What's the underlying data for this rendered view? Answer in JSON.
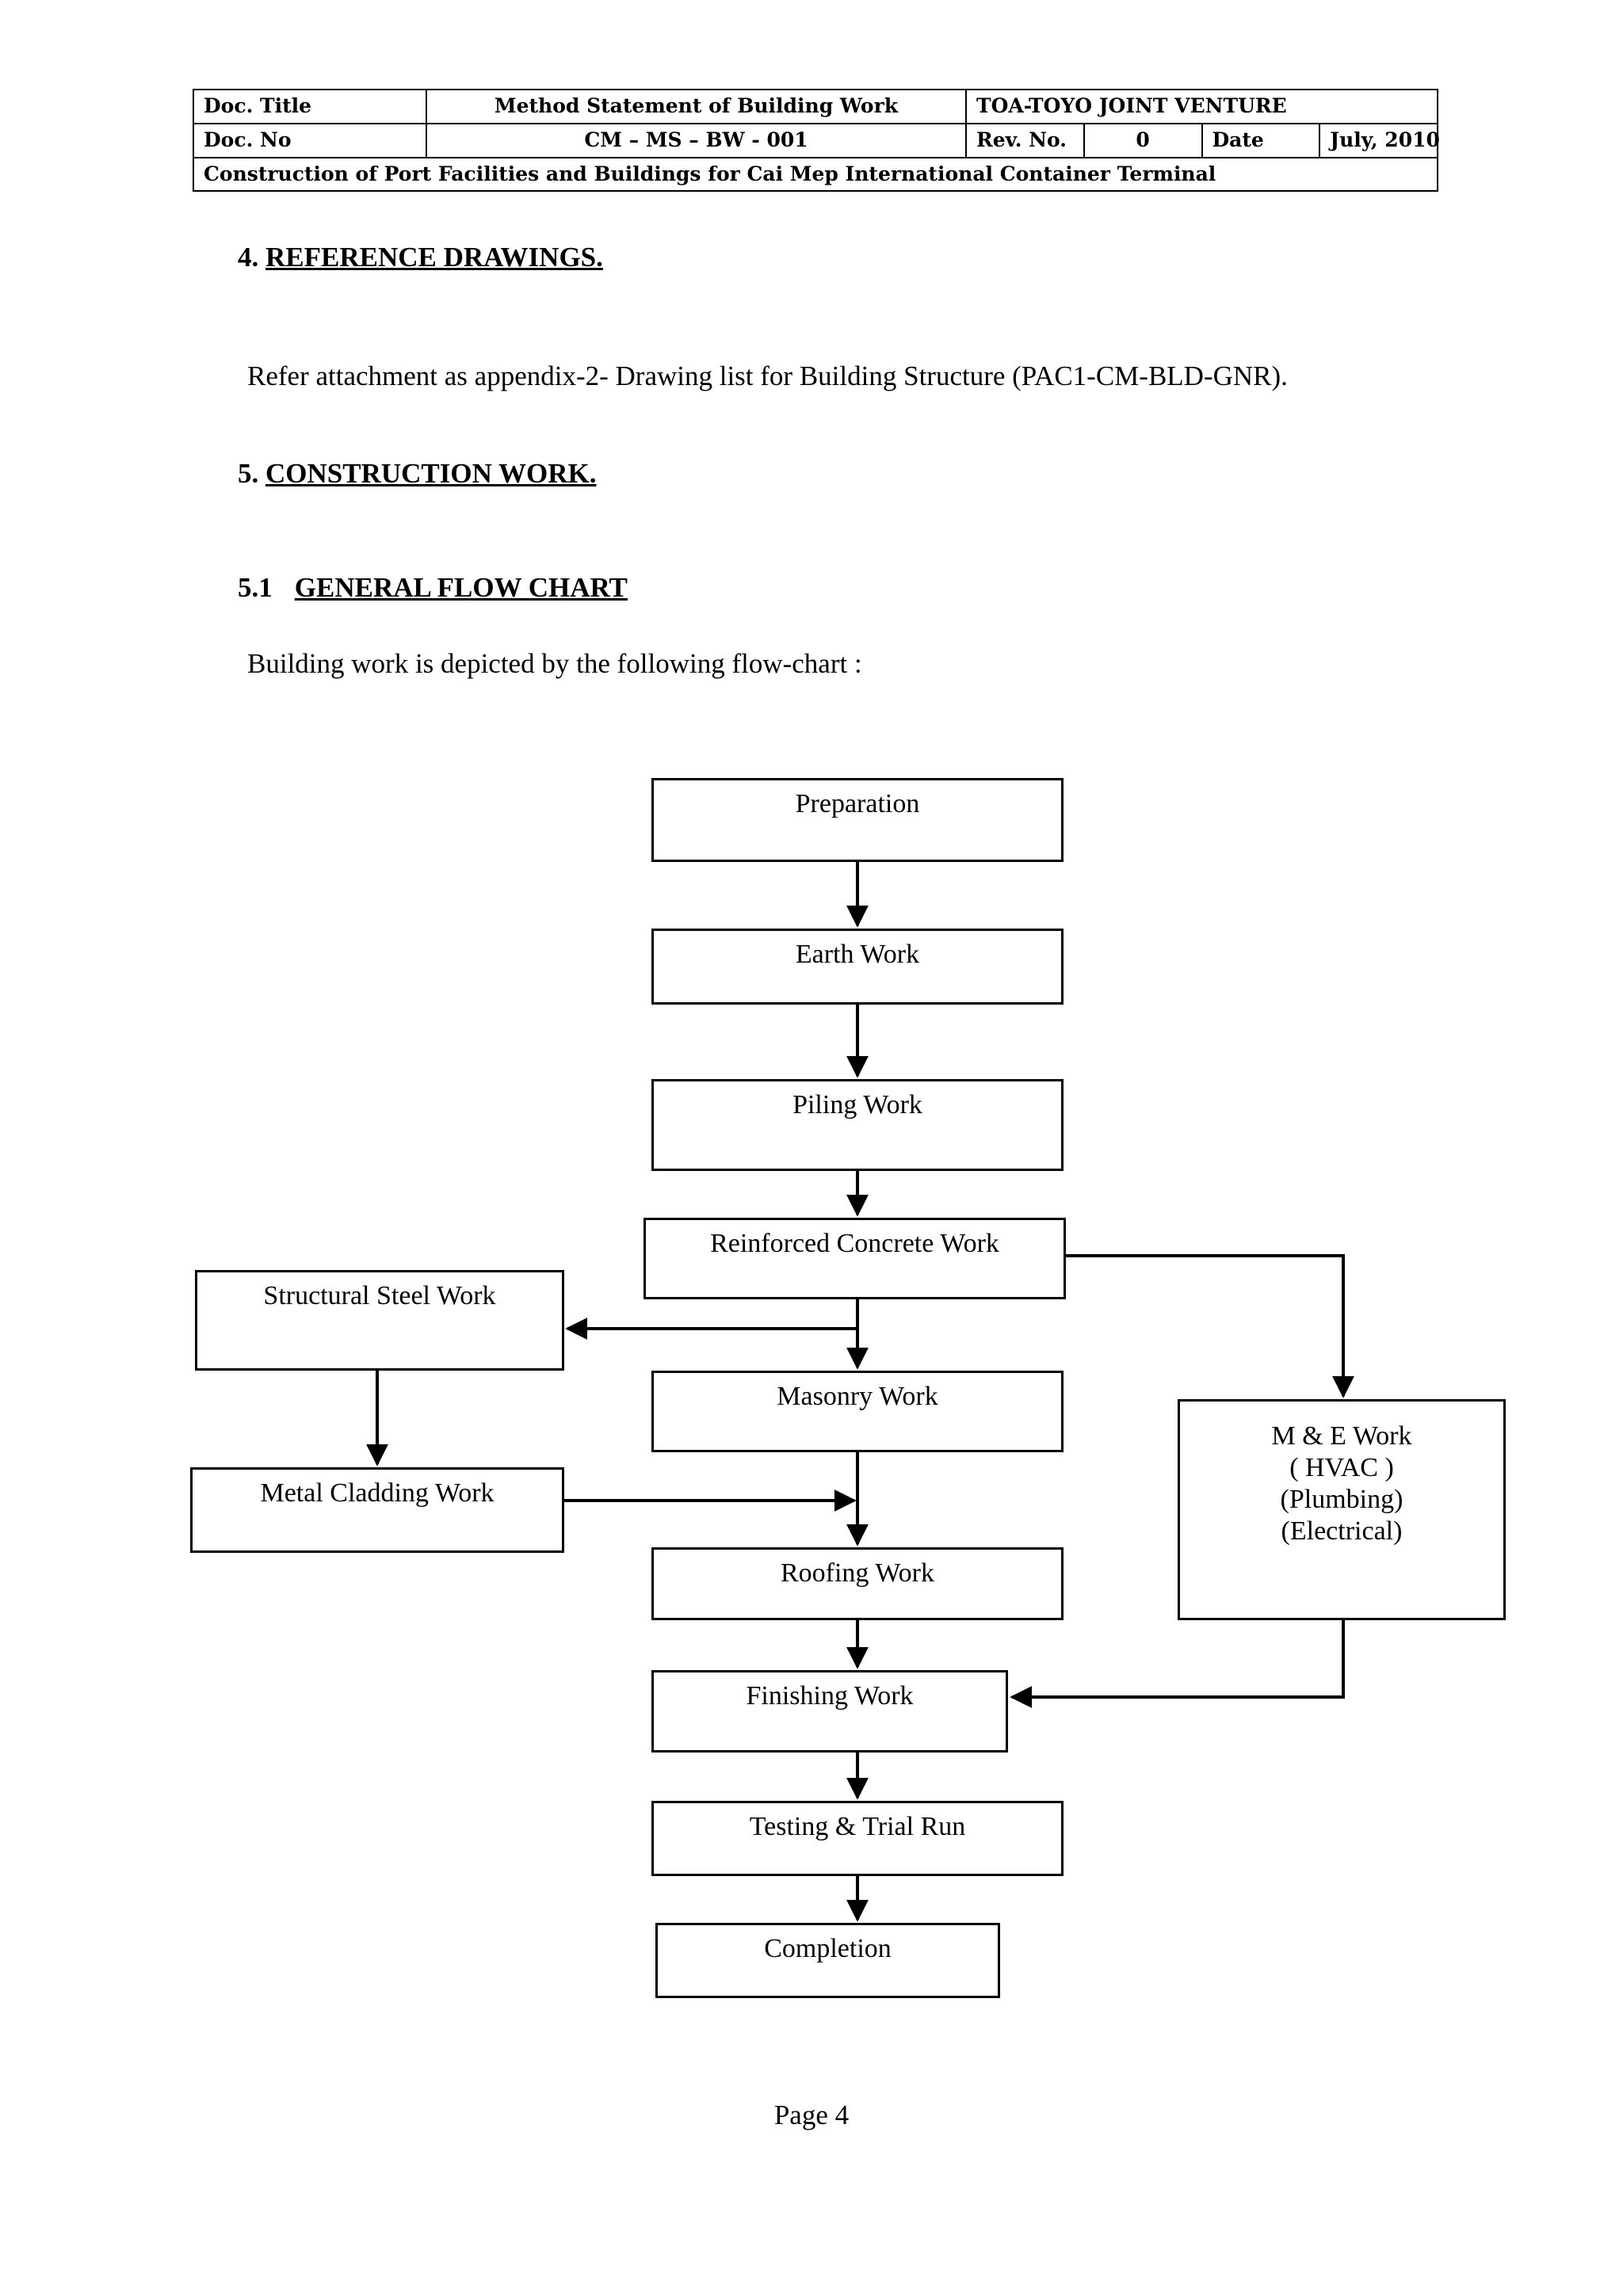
{
  "header": {
    "doc_title_label": "Doc. Title",
    "doc_title_value": "Method Statement of Building Work",
    "venture": "TOA-TOYO JOINT VENTURE",
    "doc_no_label": "Doc. No",
    "doc_no_value": "CM – MS – BW - 001",
    "rev_no_label": "Rev. No.",
    "rev_no_value": "0",
    "date_label": "Date",
    "date_value": "July, 2010",
    "project": "Construction of Port Facilities and Buildings for Cai Mep International Container Terminal"
  },
  "sections": {
    "reference_drawings": {
      "number": "4.",
      "title": "REFERENCE DRAWINGS.",
      "paragraph": "Refer attachment as appendix-2- Drawing  list for Building Structure (PAC1-CM-BLD-GNR)."
    },
    "construction_work": {
      "number": "5.",
      "title": "CONSTRUCTION WORK."
    },
    "general_flow_chart": {
      "number": "5.1",
      "title": "GENERAL FLOW CHART",
      "paragraph": "Building work is depicted by the following flow-chart :"
    }
  },
  "chart_data": {
    "type": "diagram",
    "title": "General Flow Chart – Building Work",
    "nodes": [
      {
        "id": "preparation",
        "label": "Preparation"
      },
      {
        "id": "earth",
        "label": "Earth Work"
      },
      {
        "id": "piling",
        "label": "Piling Work"
      },
      {
        "id": "rc",
        "label": "Reinforced Concrete Work"
      },
      {
        "id": "steel",
        "label": "Structural Steel Work"
      },
      {
        "id": "masonry",
        "label": "Masonry Work"
      },
      {
        "id": "cladding",
        "label": "Metal Cladding Work"
      },
      {
        "id": "roofing",
        "label": "Roofing Work"
      },
      {
        "id": "me",
        "label": "M & E Work\n( HVAC )\n(Plumbing)\n(Electrical)"
      },
      {
        "id": "finishing",
        "label": "Finishing Work"
      },
      {
        "id": "testing",
        "label": "Testing & Trial Run"
      },
      {
        "id": "completion",
        "label": "Completion"
      }
    ],
    "edges": [
      {
        "from": "preparation",
        "to": "earth",
        "style": "straight-down"
      },
      {
        "from": "earth",
        "to": "piling",
        "style": "straight-down"
      },
      {
        "from": "piling",
        "to": "rc",
        "style": "straight-down"
      },
      {
        "from": "rc",
        "to": "steel",
        "style": "down-then-left"
      },
      {
        "from": "rc",
        "to": "masonry",
        "style": "straight-down"
      },
      {
        "from": "rc",
        "to": "me",
        "style": "right-then-down"
      },
      {
        "from": "steel",
        "to": "cladding",
        "style": "straight-down"
      },
      {
        "from": "cladding",
        "to": "roofing",
        "style": "right-into-trunk"
      },
      {
        "from": "masonry",
        "to": "roofing",
        "style": "straight-down"
      },
      {
        "from": "roofing",
        "to": "finishing",
        "style": "straight-down"
      },
      {
        "from": "me",
        "to": "finishing",
        "style": "down-then-left"
      },
      {
        "from": "finishing",
        "to": "testing",
        "style": "straight-down"
      },
      {
        "from": "testing",
        "to": "completion",
        "style": "straight-down"
      }
    ]
  },
  "footer": {
    "page_label": "Page 4"
  }
}
